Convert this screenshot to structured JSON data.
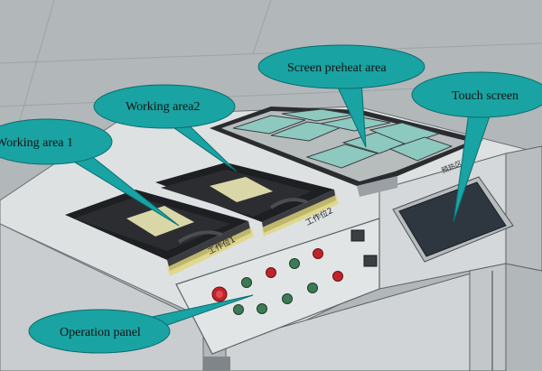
{
  "callouts": {
    "working_area_1": "Working area 1",
    "working_area_2": "Working area2",
    "screen_preheat_area": "Screen preheat area",
    "touch_screen": "Touch screen",
    "operation_panel": "Operation panel"
  },
  "colors": {
    "callout_fill": "#1aa3a3",
    "callout_stroke": "#0b6c70",
    "machine_body": "#d8dcdd",
    "glass": "#8ec9c0",
    "tray": "#1e1f22",
    "pad": "#d9d6a8",
    "button_red": "#c0242a",
    "button_green": "#3d7a56",
    "touch_screen": "#2e3740"
  },
  "icons": [
    "stop-button-icon",
    "push-button-icon",
    "selector-switch-icon"
  ]
}
